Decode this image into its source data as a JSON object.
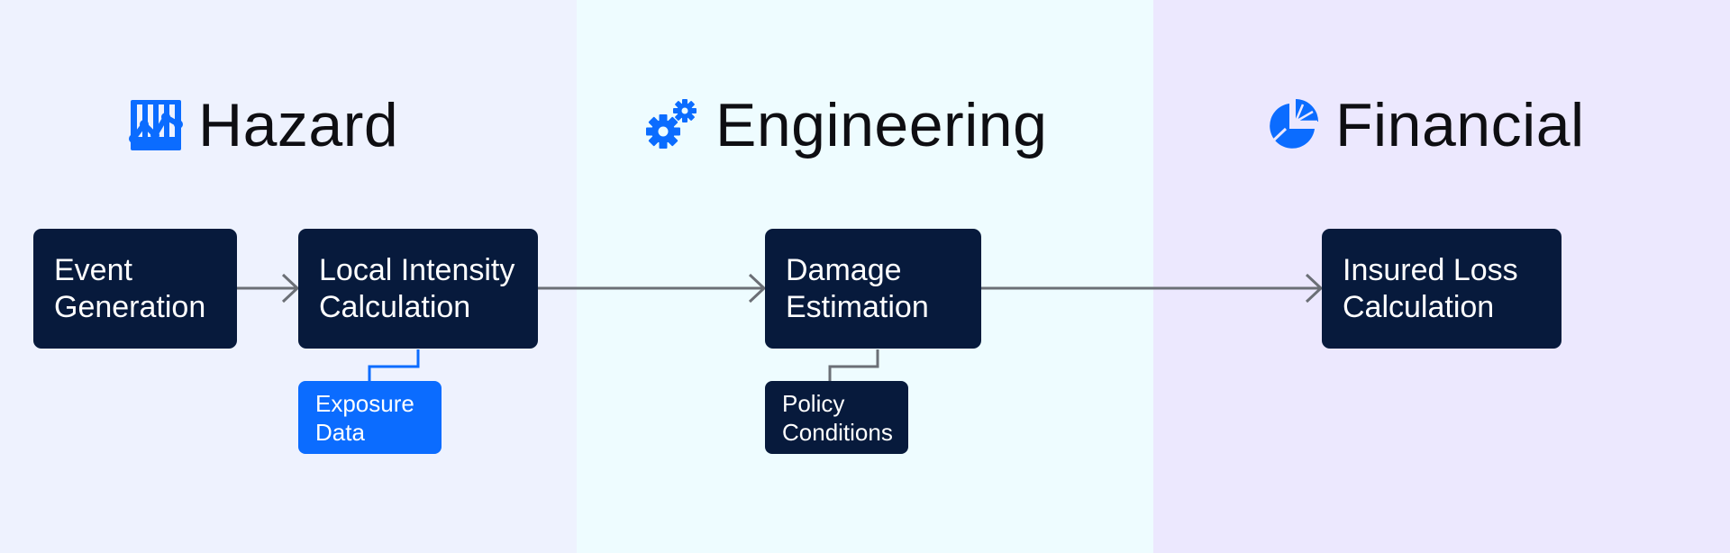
{
  "colors": {
    "panel_hazard": "#eef2fe",
    "panel_engineering": "#eefcff",
    "panel_financial": "#ece8fe",
    "box_dark": "#071a3c",
    "box_blue": "#0b6cff",
    "icon_blue": "#0b6cff",
    "arrow": "#6b6f76"
  },
  "sections": {
    "hazard": {
      "title": "Hazard",
      "icon": "hazard-chart-icon"
    },
    "engineering": {
      "title": "Engineering",
      "icon": "gears-icon"
    },
    "financial": {
      "title": "Financial",
      "icon": "pie-chart-icon"
    }
  },
  "nodes": {
    "event_generation": "Event\nGeneration",
    "local_intensity": "Local Intensity\nCalculation",
    "exposure_data": "Exposure\nData",
    "damage_estimation": "Damage\nEstimation",
    "policy_conditions": "Policy\nConditions",
    "insured_loss": "Insured Loss\nCalculation"
  }
}
